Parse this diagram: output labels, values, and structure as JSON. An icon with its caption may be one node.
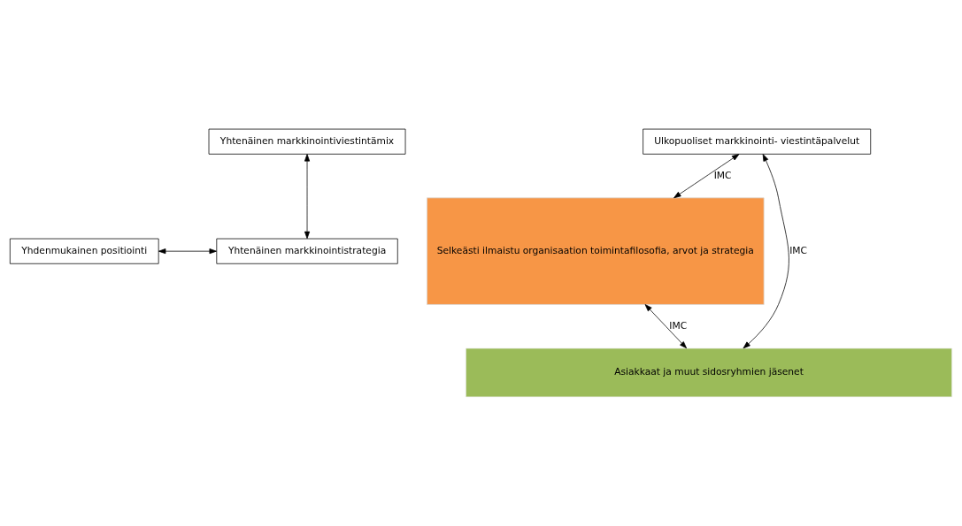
{
  "diagram": {
    "nodes": [
      {
        "text": [
          "Yhtenäinen markkinointiviestintämix"
        ]
      },
      {
        "text": [
          "Ulkopuoliset markkinointi- viestintäpalvelut"
        ]
      },
      {
        "text": [
          "Selkeästi ilmaistu organisaation toimintafilosofia, arvot ja strategia"
        ]
      },
      {
        "text": [
          "Yhdenmukainen positiointi"
        ]
      },
      {
        "text": [
          "Yhtenäinen markkinointistrategia"
        ]
      },
      {
        "text": [
          "Asiakkaat ja muut sidosryhmien jäsenet"
        ]
      }
    ],
    "edges": [
      {
        "from": 1,
        "to": 2,
        "arrow": "both",
        "label": "IMC"
      },
      {
        "from": 0,
        "to": 4,
        "arrow": "both"
      },
      {
        "from": 3,
        "to": 4,
        "arrow": "both"
      },
      {
        "from": 1,
        "to": 5,
        "arrow": "both",
        "label": "IMC"
      },
      {
        "from": 2,
        "to": 5,
        "arrow": "both",
        "label": "IMC"
      }
    ]
  }
}
